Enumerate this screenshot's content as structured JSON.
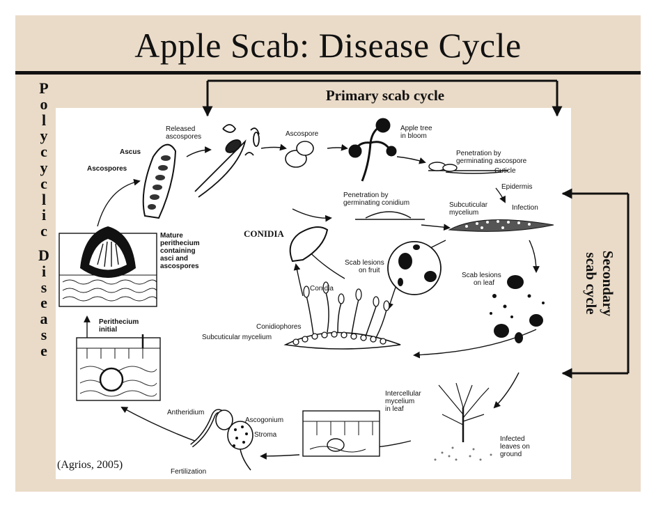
{
  "title": "Apple Scab:  Disease Cycle",
  "side_label": [
    "P",
    "o",
    "l",
    "y",
    "c",
    "y",
    "c",
    "l",
    "i",
    "c",
    "",
    "D",
    "i",
    "s",
    "e",
    "a",
    "s",
    "e"
  ],
  "primary_cycle_label": "Primary scab cycle",
  "secondary_cycle_label": [
    "Secondary",
    "scab cycle"
  ],
  "citation": "(Agrios, 2005)",
  "diagram_labels": {
    "released": [
      "Released",
      "ascospores"
    ],
    "ascospore": "Ascospore",
    "apple_tree": [
      "Apple tree",
      "in bloom"
    ],
    "penetration_asco": [
      "Penetration by",
      "germinating ascospore"
    ],
    "cuticle": "Cuticle",
    "epidermis": "Epidermis",
    "ascus": "Ascus",
    "ascospores": "Ascospores",
    "mature": [
      "Mature",
      "perithecium",
      "containing",
      "asci and",
      "ascospores"
    ],
    "penetration_conidium": [
      "Penetration by",
      "germinating conidium"
    ],
    "subcuticular_top": [
      "Subcuticular",
      "mycelium"
    ],
    "infection": "Infection",
    "conidia_big": "CONIDIA",
    "lesions_fruit": [
      "Scab lesions",
      "on fruit"
    ],
    "lesions_leaf": [
      "Scab lesions",
      "on leaf"
    ],
    "conidia": "Conidia",
    "conidiophores": "Conidiophores",
    "subcuticular_bottom": "Subcuticular mycelium",
    "perithecium_initial": [
      "Perithecium",
      "initial"
    ],
    "intercellular": [
      "Intercellular",
      "mycelium",
      "in leaf"
    ],
    "antheridium": "Antheridium",
    "ascogonium": "Ascogonium",
    "stroma": "Stroma",
    "infected_leaves": [
      "Infected",
      "leaves on",
      "ground"
    ],
    "fertilization": "Fertilization"
  }
}
